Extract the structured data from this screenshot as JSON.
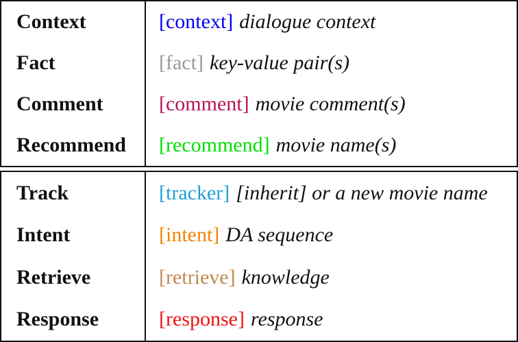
{
  "table": {
    "background": "#ffffff",
    "border_color": "#111111",
    "text_color": "#111111",
    "sections": [
      {
        "rows": [
          {
            "label": "Context",
            "token": "[context]",
            "token_color": "#0000ee",
            "description": "dialogue context"
          },
          {
            "label": "Fact",
            "token": "[fact]",
            "token_color": "#999999",
            "description": "key-value pair(s)"
          },
          {
            "label": "Comment",
            "token": "[comment]",
            "token_color": "#b51556",
            "description": "movie comment(s)"
          },
          {
            "label": "Recommend",
            "token": "[recommend]",
            "token_color": "#00e000",
            "description": "movie name(s)"
          }
        ]
      },
      {
        "rows": [
          {
            "label": "Track",
            "token": "[tracker]",
            "token_color": "#219fd9",
            "description": "[inherit] or a new movie name"
          },
          {
            "label": "Intent",
            "token": "[intent]",
            "token_color": "#f28500",
            "description": "DA sequence"
          },
          {
            "label": "Retrieve",
            "token": "[retrieve]",
            "token_color": "#c08a50",
            "description": "knowledge"
          },
          {
            "label": "Response",
            "token": "[response]",
            "token_color": "#ee1111",
            "description": "response"
          }
        ]
      }
    ]
  }
}
